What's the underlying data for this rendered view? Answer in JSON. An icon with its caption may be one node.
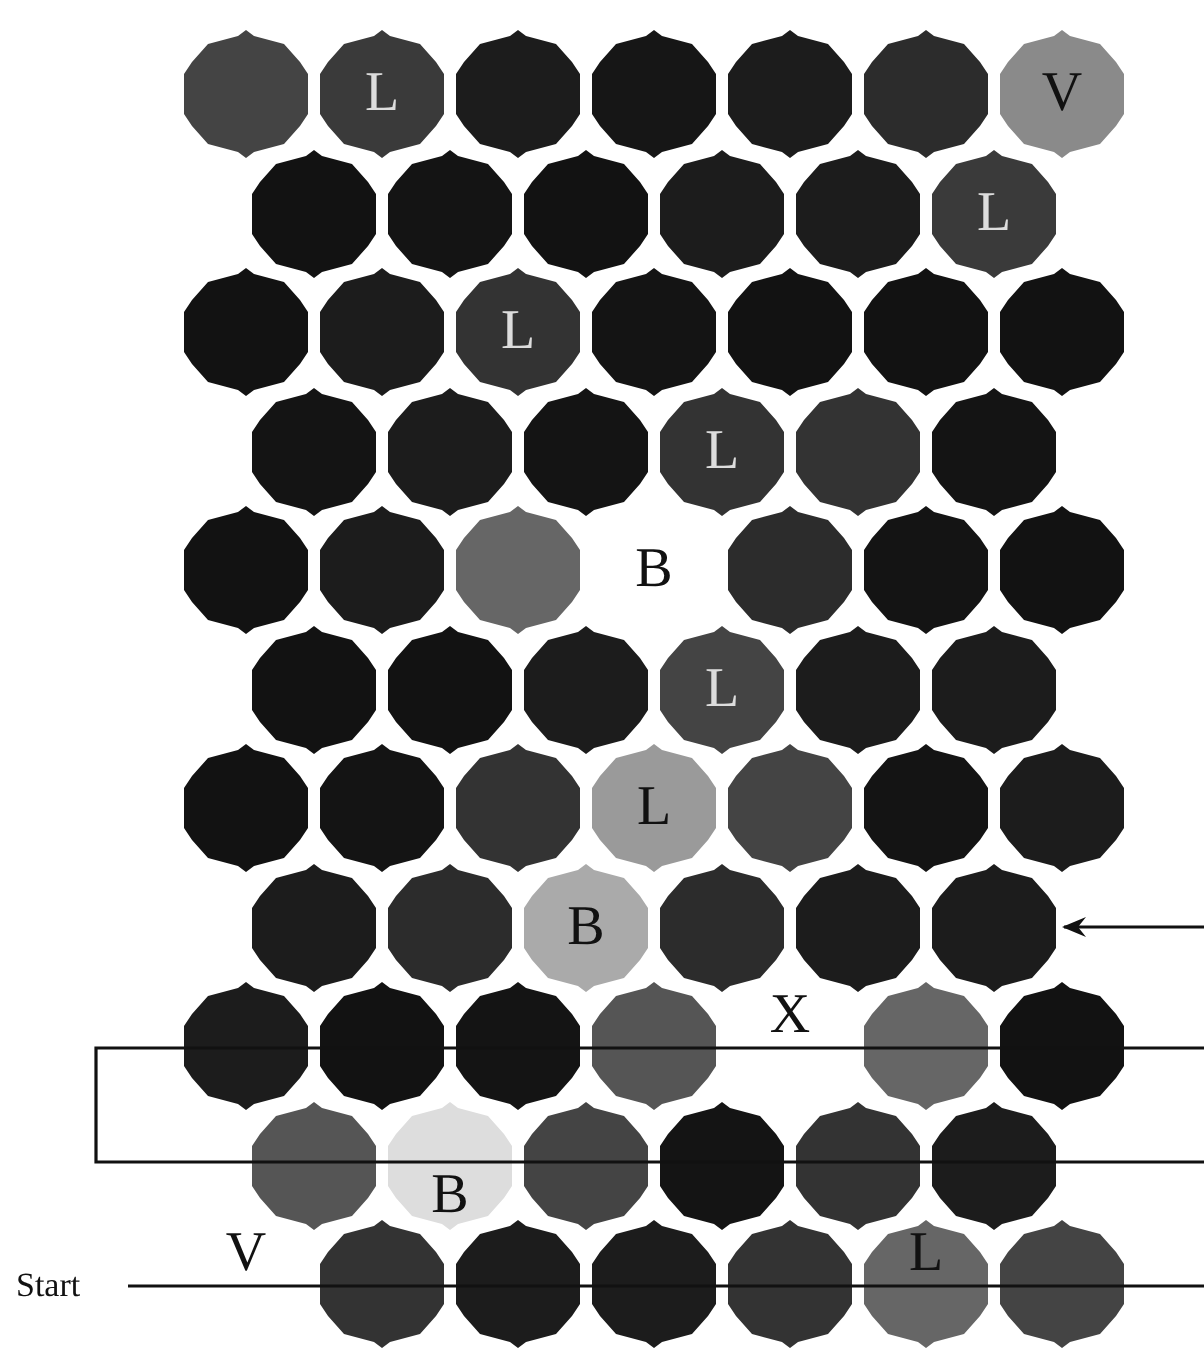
{
  "diagram": {
    "nodes": [
      {
        "text": [],
        "shape": "hexagon"
      },
      {
        "text": [
          "L"
        ]
      },
      {
        "text": [],
        "shape": "hexagon"
      },
      {
        "text": [],
        "shape": "hexagon"
      },
      {
        "text": [],
        "shape": "hexagon"
      },
      {
        "text": [],
        "shape": "hexagon"
      },
      {
        "text": [
          "V"
        ]
      },
      {
        "text": [],
        "shape": "hexagon"
      },
      {
        "text": [],
        "shape": "hexagon"
      },
      {
        "text": [],
        "shape": "hexagon"
      },
      {
        "text": [],
        "shape": "hexagon"
      },
      {
        "text": [],
        "shape": "hexagon"
      },
      {
        "text": [
          "L"
        ]
      },
      {
        "text": [],
        "shape": "hexagon"
      },
      {
        "text": [],
        "shape": "hexagon"
      },
      {
        "text": [
          "L"
        ]
      },
      {
        "text": [],
        "shape": "hexagon"
      },
      {
        "text": [],
        "shape": "hexagon"
      },
      {
        "text": [],
        "shape": "hexagon"
      },
      {
        "text": [],
        "shape": "hexagon"
      },
      {
        "text": [],
        "shape": "hexagon"
      },
      {
        "text": [],
        "shape": "hexagon"
      },
      {
        "text": [],
        "shape": "hexagon"
      },
      {
        "text": [
          "L"
        ]
      },
      {
        "text": [],
        "shape": "hexagon"
      },
      {
        "text": [],
        "shape": "hexagon"
      },
      {
        "text": [],
        "shape": "hexagon"
      },
      {
        "text": [],
        "shape": "hexagon"
      },
      {
        "text": [],
        "shape": "hexagon"
      },
      {
        "text": [
          "B"
        ]
      },
      {
        "text": [],
        "shape": "hexagon"
      },
      {
        "text": [],
        "shape": "hexagon"
      },
      {
        "text": [],
        "shape": "hexagon"
      },
      {
        "text": [],
        "shape": "hexagon"
      },
      {
        "text": [],
        "shape": "hexagon"
      },
      {
        "text": [],
        "shape": "hexagon"
      },
      {
        "text": [
          "L"
        ]
      },
      {
        "text": [],
        "shape": "hexagon"
      },
      {
        "text": [],
        "shape": "hexagon"
      },
      {
        "text": [],
        "shape": "hexagon"
      },
      {
        "text": [],
        "shape": "hexagon"
      },
      {
        "text": [],
        "shape": "hexagon"
      },
      {
        "text": [
          "L"
        ]
      },
      {
        "text": [],
        "shape": "hexagon"
      },
      {
        "text": [],
        "shape": "hexagon"
      },
      {
        "text": [],
        "shape": "hexagon"
      },
      {
        "text": [],
        "shape": "hexagon"
      },
      {
        "text": [],
        "shape": "hexagon"
      },
      {
        "text": [
          "B"
        ]
      },
      {
        "text": [],
        "shape": "hexagon"
      },
      {
        "text": [],
        "shape": "hexagon"
      },
      {
        "text": [],
        "shape": "hexagon"
      },
      {
        "text": [],
        "shape": "hexagon"
      },
      {
        "text": [],
        "shape": "hexagon"
      },
      {
        "text": [],
        "shape": "hexagon"
      },
      {
        "text": [],
        "shape": "hexagon"
      },
      {
        "text": [
          "X"
        ]
      },
      {
        "text": [],
        "shape": "hexagon"
      },
      {
        "text": [],
        "shape": "hexagon"
      },
      {
        "text": [],
        "shape": "hexagon"
      },
      {
        "text": [
          "B"
        ]
      },
      {
        "text": [],
        "shape": "hexagon"
      },
      {
        "text": [],
        "shape": "hexagon"
      },
      {
        "text": [],
        "shape": "hexagon"
      },
      {
        "text": [],
        "shape": "hexagon"
      },
      {
        "text": [
          "Start"
        ]
      },
      {
        "text": [
          "V"
        ]
      },
      {
        "text": [],
        "shape": "hexagon"
      },
      {
        "text": [],
        "shape": "hexagon"
      },
      {
        "text": [],
        "shape": "hexagon"
      },
      {
        "text": [],
        "shape": "hexagon"
      },
      {
        "text": [
          "L"
        ]
      },
      {
        "text": [],
        "shape": "hexagon"
      }
    ],
    "edges": [
      {
        "from": null,
        "to": 51,
        "arrow": "to"
      },
      {
        "from": 65,
        "to": null,
        "arrow": "none"
      }
    ]
  }
}
